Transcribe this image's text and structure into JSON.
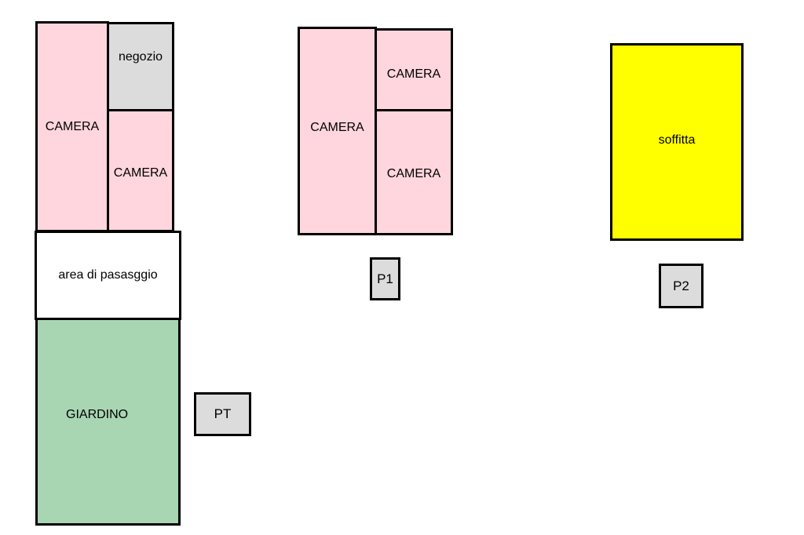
{
  "ground_floor": {
    "camera_left": "CAMERA",
    "negozio": "negozio",
    "camera_right": "CAMERA",
    "passage": "area di pasasggio",
    "garden": "GIARDINO",
    "floor_label": "PT"
  },
  "first_floor": {
    "camera_left": "CAMERA",
    "camera_top_right": "CAMERA",
    "camera_bottom_right": "CAMERA",
    "floor_label": "P1"
  },
  "second_floor": {
    "attic": "soffitta",
    "floor_label": "P2"
  },
  "colors": {
    "room_pink": "#ffd6dd",
    "shop_gray": "#dcdcdc",
    "garden_green": "#a8d5b2",
    "attic_yellow": "#ffff00"
  }
}
